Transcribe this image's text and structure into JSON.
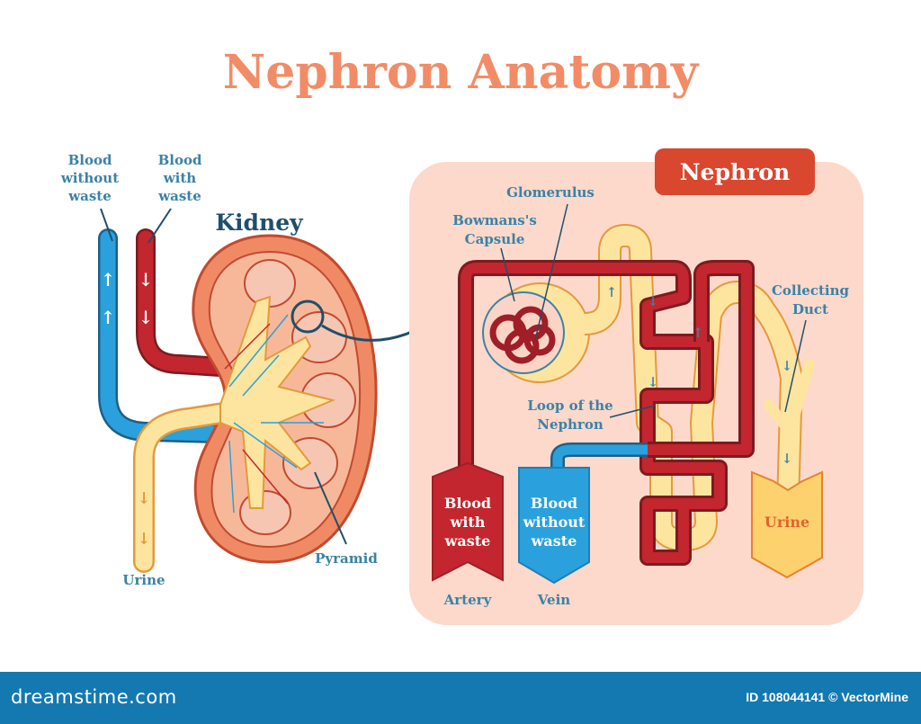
{
  "title": "Nephron Anatomy",
  "kidney": {
    "heading": "Kidney",
    "blood_without_waste": [
      "Blood",
      "without",
      "waste"
    ],
    "blood_with_waste": [
      "Blood",
      "with",
      "waste"
    ],
    "urine": "Urine",
    "pyramid": "Pyramid"
  },
  "nephron": {
    "heading": "Nephron",
    "glomerulus": "Glomerulus",
    "bowmans_capsule": [
      "Bowmans's",
      "Capsule"
    ],
    "loop": [
      "Loop of the",
      "Nephron"
    ],
    "collecting_duct": [
      "Collecting",
      "Duct"
    ],
    "artery_banner": [
      "Blood",
      "with",
      "waste"
    ],
    "vein_banner": [
      "Blood",
      "without",
      "waste"
    ],
    "urine_banner": "Urine",
    "artery": "Artery",
    "vein": "Vein"
  },
  "footer": {
    "brand": "dreamstime.com",
    "credit": "ID 108044141 © VectorMine"
  },
  "colors": {
    "title": "#f28c66",
    "label": "#3b82a6",
    "artery": "#c3262e",
    "vein": "#2aa1dc",
    "tubule": "#fde5a0",
    "panel": "#fcd9cb",
    "footer": "#1479b0"
  }
}
